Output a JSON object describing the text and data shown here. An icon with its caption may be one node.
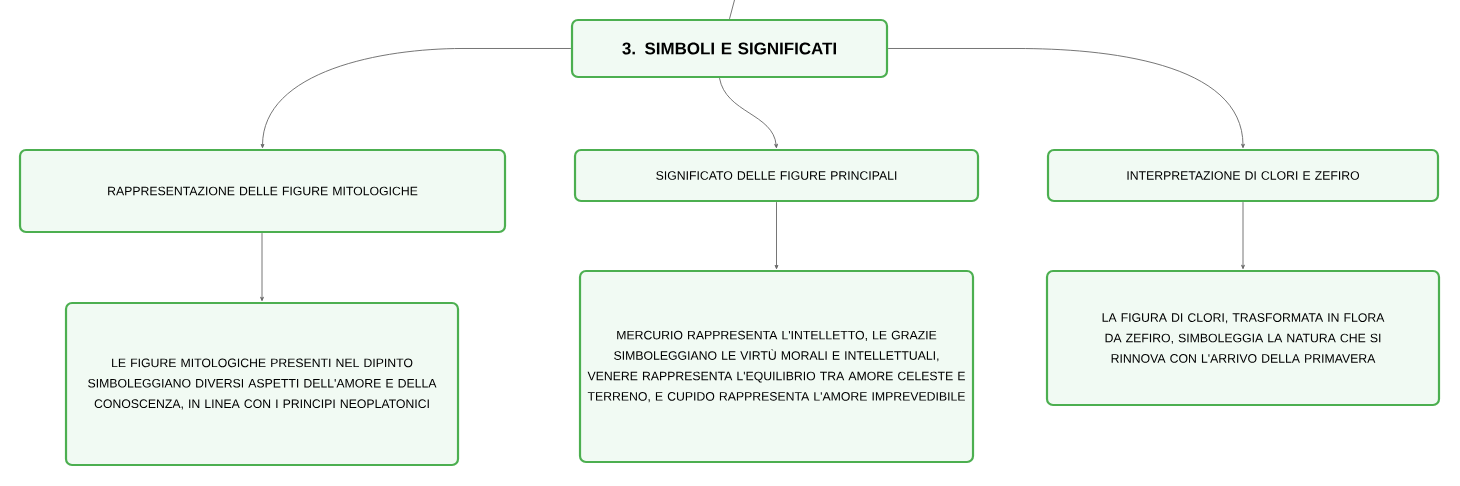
{
  "diagram": {
    "nodes": [
      {
        "text": [
          "3. SIMBOLI E SIGNIFICATI"
        ]
      },
      {
        "text": [
          "RAPPRESENTAZIONE DELLE FIGURE MITOLOGICHE"
        ]
      },
      {
        "text": [
          "SIGNIFICATO DELLE FIGURE PRINCIPALI"
        ]
      },
      {
        "text": [
          "INTERPRETAZIONE DI CLORI E ZEFIRO"
        ]
      },
      {
        "text": [
          "LE FIGURE MITOLOGICHE PRESENTI NEL DIPINTO SIMBOLEGGIANO DIVERSI ASPETTI DELL'AMORE E DELLA CONOSCENZA, IN LINEA CON I PRINCIPI NEOPLATONICI"
        ]
      },
      {
        "text": [
          "MERCURIO RAPPRESENTA L'INTELLETTO, LE GRAZIE SIMBOLEGGIANO LE VIRTÙ MORALI E INTELLETTUALI, VENERE RAPPRESENTA L'EQUILIBRIO TRA AMORE CELESTE E TERRENO, E CUPIDO RAPPRESENTA L'AMORE IMPREVEDIBILE"
        ]
      },
      {
        "text": [
          "LA FIGURA DI CLORI, TRASFORMATA IN FLORA DA ZEFIRO, SIMBOLEGGIA LA NATURA CHE SI RINNOVA CON L'ARRIVO DELLA PRIMAVERA"
        ]
      }
    ],
    "edges": [
      {
        "from": null,
        "to": 0,
        "arrow": "none"
      },
      {
        "from": 0,
        "to": 1,
        "arrow": "to"
      },
      {
        "from": 0,
        "to": 2,
        "arrow": "to"
      },
      {
        "from": 0,
        "to": 3,
        "arrow": "to"
      },
      {
        "from": 1,
        "to": 4,
        "arrow": "to"
      },
      {
        "from": 2,
        "to": 5,
        "arrow": "to"
      },
      {
        "from": 3,
        "to": 6,
        "arrow": "to"
      }
    ]
  }
}
